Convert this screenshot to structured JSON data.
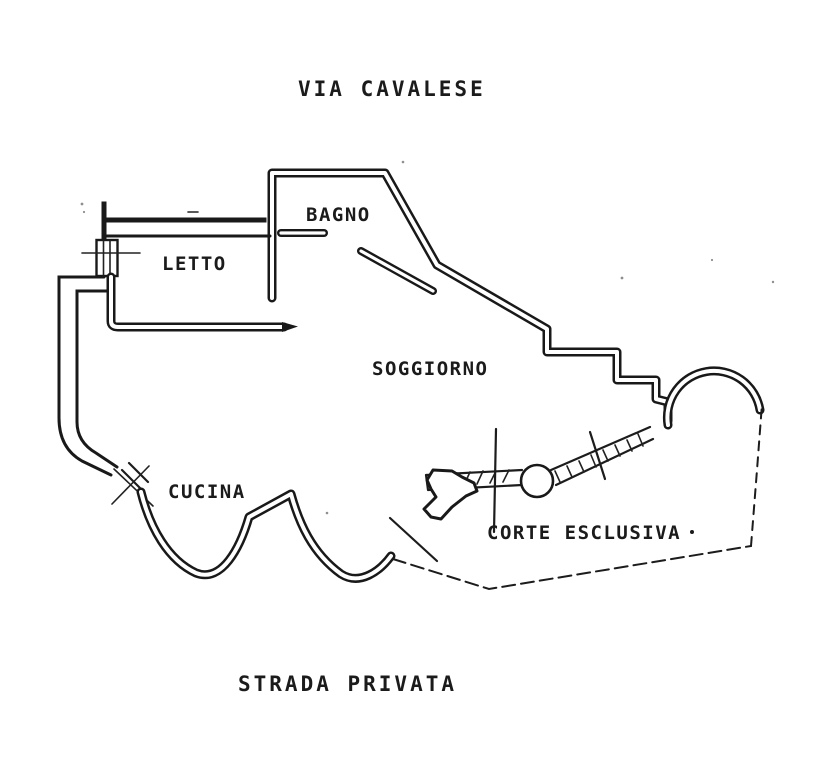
{
  "labels": {
    "street_top": "VIA CAVALESE",
    "bagno": "BAGNO",
    "letto": "LETTO",
    "soggiorno": "SOGGIORNO",
    "cucina": "CUCINA",
    "corte_esclusiva": "CORTE ESCLUSIVA",
    "street_bottom": "STRADA PRIVATA"
  },
  "colors": {
    "ink": "#191919",
    "paper": "#ffffff"
  },
  "drawing": {
    "type": "apartment floor plan (scanned)",
    "rooms": [
      "LETTO",
      "BAGNO",
      "SOGGIORNO",
      "CUCINA"
    ],
    "outdoor_areas": [
      "CORTE ESCLUSIVA"
    ],
    "streets": [
      "VIA CAVALESE",
      "STRADA PRIVATA"
    ]
  }
}
